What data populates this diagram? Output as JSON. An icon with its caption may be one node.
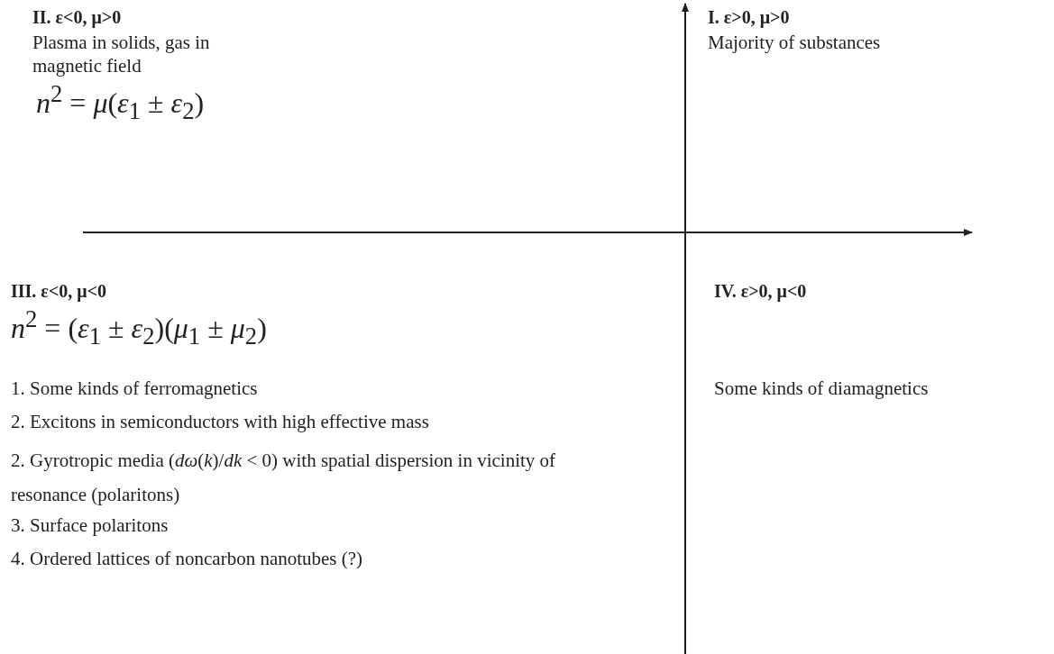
{
  "diagram": {
    "labels": [
      "II. ε<0, μ>0",
      "Plasma in solids, gas in magnetic field",
      "*n*$^{2}$ = *μ*(*ε*$_{1}$ ± *ε*$_{2}$)",
      "I. ε>0, μ>0",
      "Majority of substances",
      "III. ε<0, μ<0",
      "*n*$^{2}$ = (*ε*$_{1}$ ± *ε*$_{2}$)(*μ*$_{1}$ ± *μ*$_{2}$)",
      "1. Some kinds of ferromagnetics",
      "2. Excitons in semiconductors with high effective mass",
      "2. Gyrotropic media (*dω*(*k*)/*dk* < 0) with spatial dispersion in vicinity of resonance (polaritons)",
      "3. Surface polaritons",
      "4. Ordered lattices of noncarbon nanotubes (?)",
      "IV. ε>0, μ<0",
      "Some kinds of diamagnetics"
    ]
  }
}
